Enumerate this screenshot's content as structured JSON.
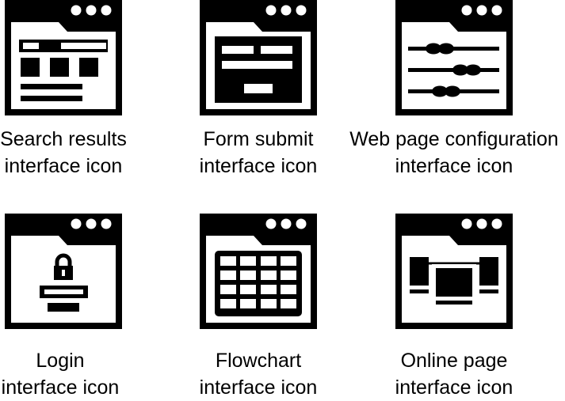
{
  "icons": [
    {
      "icon": "search-results-window-icon",
      "caption": [
        "Search results",
        " interface icon"
      ]
    },
    {
      "icon": "form-submit-window-icon",
      "caption": [
        "Form submit",
        "interface icon"
      ]
    },
    {
      "icon": "web-page-configuration-window-icon",
      "caption": [
        "Web page configuration",
        "interface icon"
      ]
    },
    {
      "icon": "login-window-icon",
      "caption": [
        "Login",
        "interface icon"
      ]
    },
    {
      "icon": "flowchart-window-icon",
      "caption": [
        "Flowchart",
        "interface icon"
      ]
    },
    {
      "icon": "online-page-window-icon",
      "caption": [
        "Online page",
        "interface icon"
      ]
    }
  ],
  "colors": {
    "ink": "#000000",
    "background": "#ffffff"
  }
}
